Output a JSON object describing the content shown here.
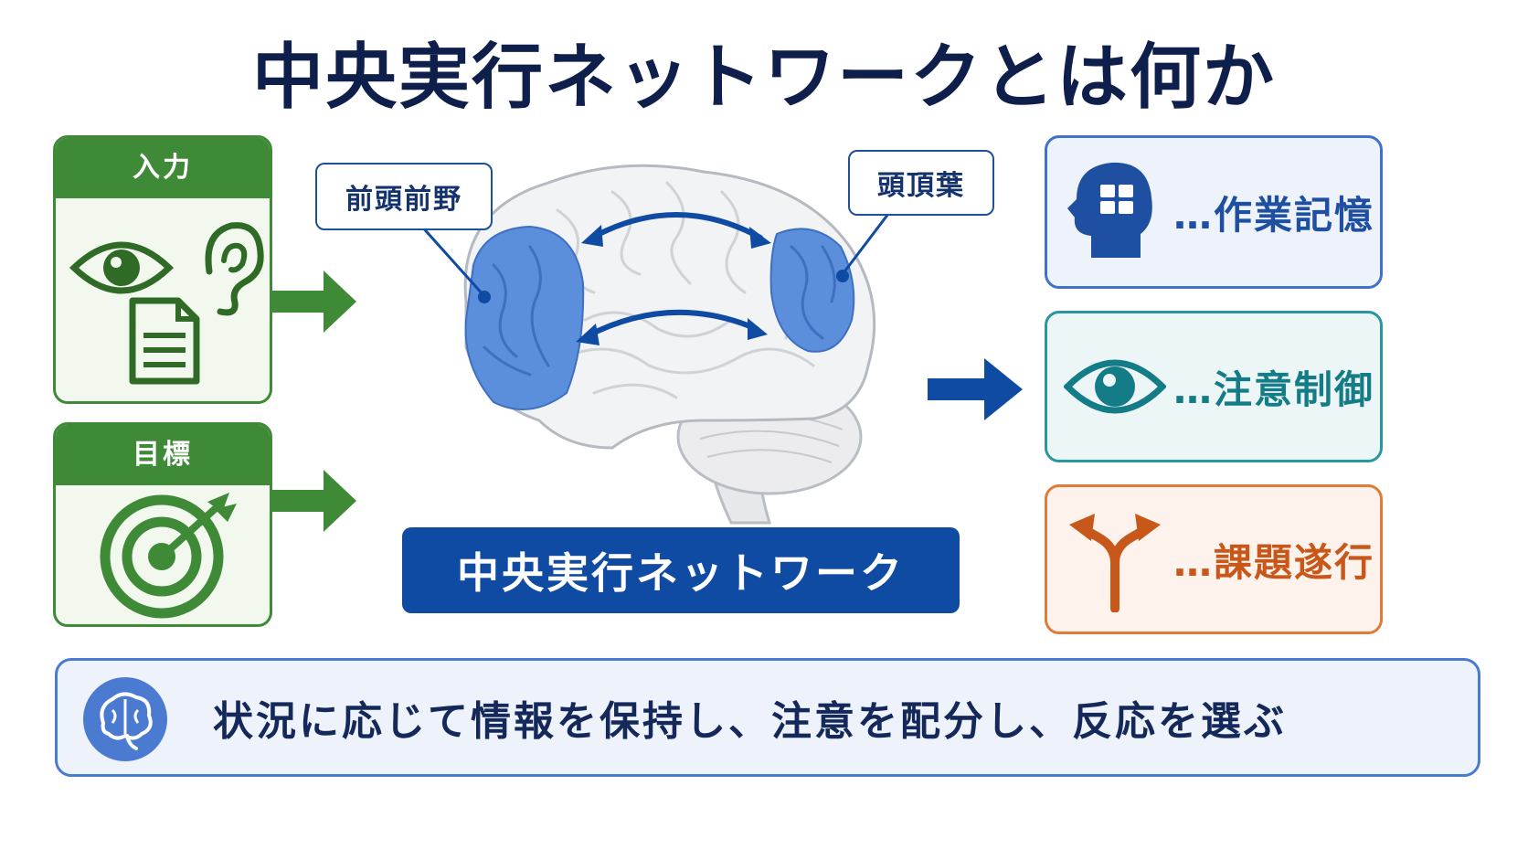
{
  "title": "中央実行ネットワークとは何か",
  "inputs": [
    {
      "label": "入力",
      "icons": [
        "eye-icon",
        "ear-icon",
        "document-icon"
      ]
    },
    {
      "label": "目標",
      "icons": [
        "target-icon"
      ]
    }
  ],
  "brain": {
    "region_left": "前頭前野",
    "region_right": "頭頂葉",
    "network_label": "中央実行ネットワーク"
  },
  "functions": [
    {
      "label": "…作業記憶",
      "icon": "head-icon",
      "color": "#1e4fa0",
      "bg": "#eef3fb",
      "border": "#3f72c8"
    },
    {
      "label": "…注意制御",
      "icon": "eye-icon",
      "color": "#137c86",
      "bg": "#ecf6f6",
      "border": "#2a97a0"
    },
    {
      "label": "…課題遂行",
      "icon": "fork-arrow-icon",
      "color": "#c8581a",
      "bg": "#fdf2ec",
      "border": "#e07b3a"
    }
  ],
  "summary": "状況に応じて情報を保持し、注意を配分し、反応を選ぶ",
  "colors": {
    "title": "#0f1f4b",
    "green": "#3e8a36",
    "blue": "#0f4aa3",
    "region": "#5b8fdc"
  }
}
